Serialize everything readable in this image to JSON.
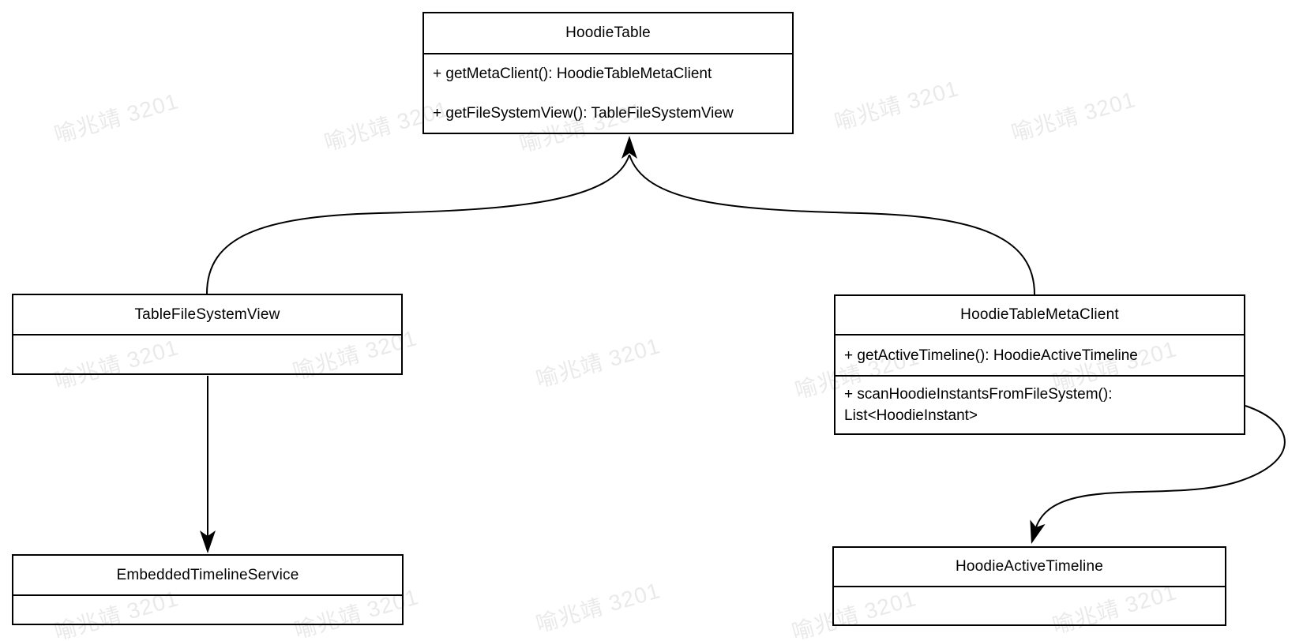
{
  "diagram": {
    "type": "uml-class-diagram",
    "colors": {
      "stroke": "#000000",
      "box_fill": "#ffffff",
      "background": "#ffffff",
      "watermark": "#e9e9e9"
    },
    "classes": {
      "hoodie_table": {
        "name": "HoodieTable",
        "method1": "+ getMetaClient(): HoodieTableMetaClient",
        "method2": "+ getFileSystemView(): TableFileSystemView"
      },
      "table_file_system_view": {
        "name": "TableFileSystemView"
      },
      "hoodie_table_meta_client": {
        "name": "HoodieTableMetaClient",
        "method1": "+ getActiveTimeline(): HoodieActiveTimeline",
        "method2": "+ scanHoodieInstantsFromFileSystem(): List<HoodieInstant>"
      },
      "embedded_timeline_service": {
        "name": "EmbeddedTimelineService"
      },
      "hoodie_active_timeline": {
        "name": "HoodieActiveTimeline"
      }
    },
    "edges": [
      "TableFileSystemView -> HoodieTable (curved, arrow up into HoodieTable bottom)",
      "HoodieTableMetaClient -> HoodieTable (curved, arrow up into HoodieTable bottom)",
      "TableFileSystemView -> EmbeddedTimelineService (straight, arrow down)",
      "HoodieTableMetaClient -> HoodieActiveTimeline (s-curve from right side, arrow down)"
    ]
  },
  "watermark": {
    "text": "喻兆靖 3201"
  }
}
